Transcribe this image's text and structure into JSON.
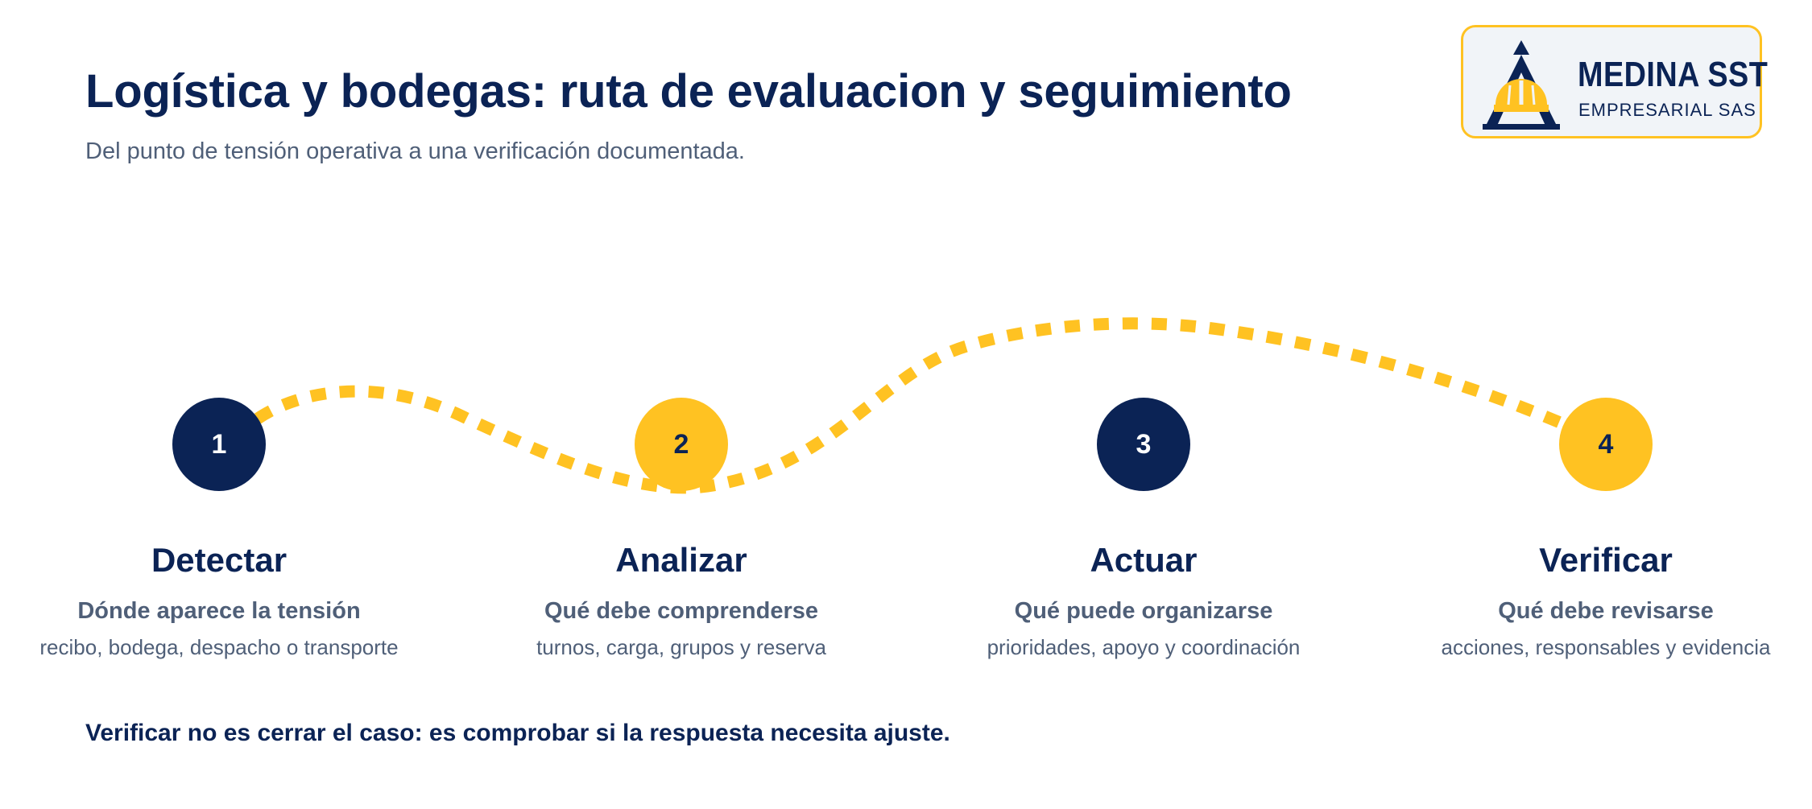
{
  "header": {
    "title": "Logística y bodegas: ruta de evaluacion y seguimiento",
    "subtitle": "Del punto de tensión operativa a una verificación documentada."
  },
  "logo": {
    "name": "MEDINA SST",
    "tagline": "EMPRESARIAL SAS",
    "icon": "hard-hat-triangle-logo"
  },
  "colors": {
    "navy": "#0b2355",
    "gold": "#ffc222",
    "muted": "#4f5f78"
  },
  "steps": [
    {
      "number": "1",
      "title": "Detectar",
      "question": "Dónde aparece la tensión",
      "detail": "recibo, bodega, despacho o transporte",
      "color": "navy"
    },
    {
      "number": "2",
      "title": "Analizar",
      "question": "Qué debe comprenderse",
      "detail": "turnos, carga, grupos y reserva",
      "color": "gold"
    },
    {
      "number": "3",
      "title": "Actuar",
      "question": "Qué puede organizarse",
      "detail": "prioridades, apoyo y coordinación",
      "color": "navy"
    },
    {
      "number": "4",
      "title": "Verificar",
      "question": "Qué debe revisarse",
      "detail": "acciones, responsables y evidencia",
      "color": "gold"
    }
  ],
  "footer": {
    "note": "Verificar no es cerrar el caso: es comprobar si la respuesta necesita ajuste."
  }
}
